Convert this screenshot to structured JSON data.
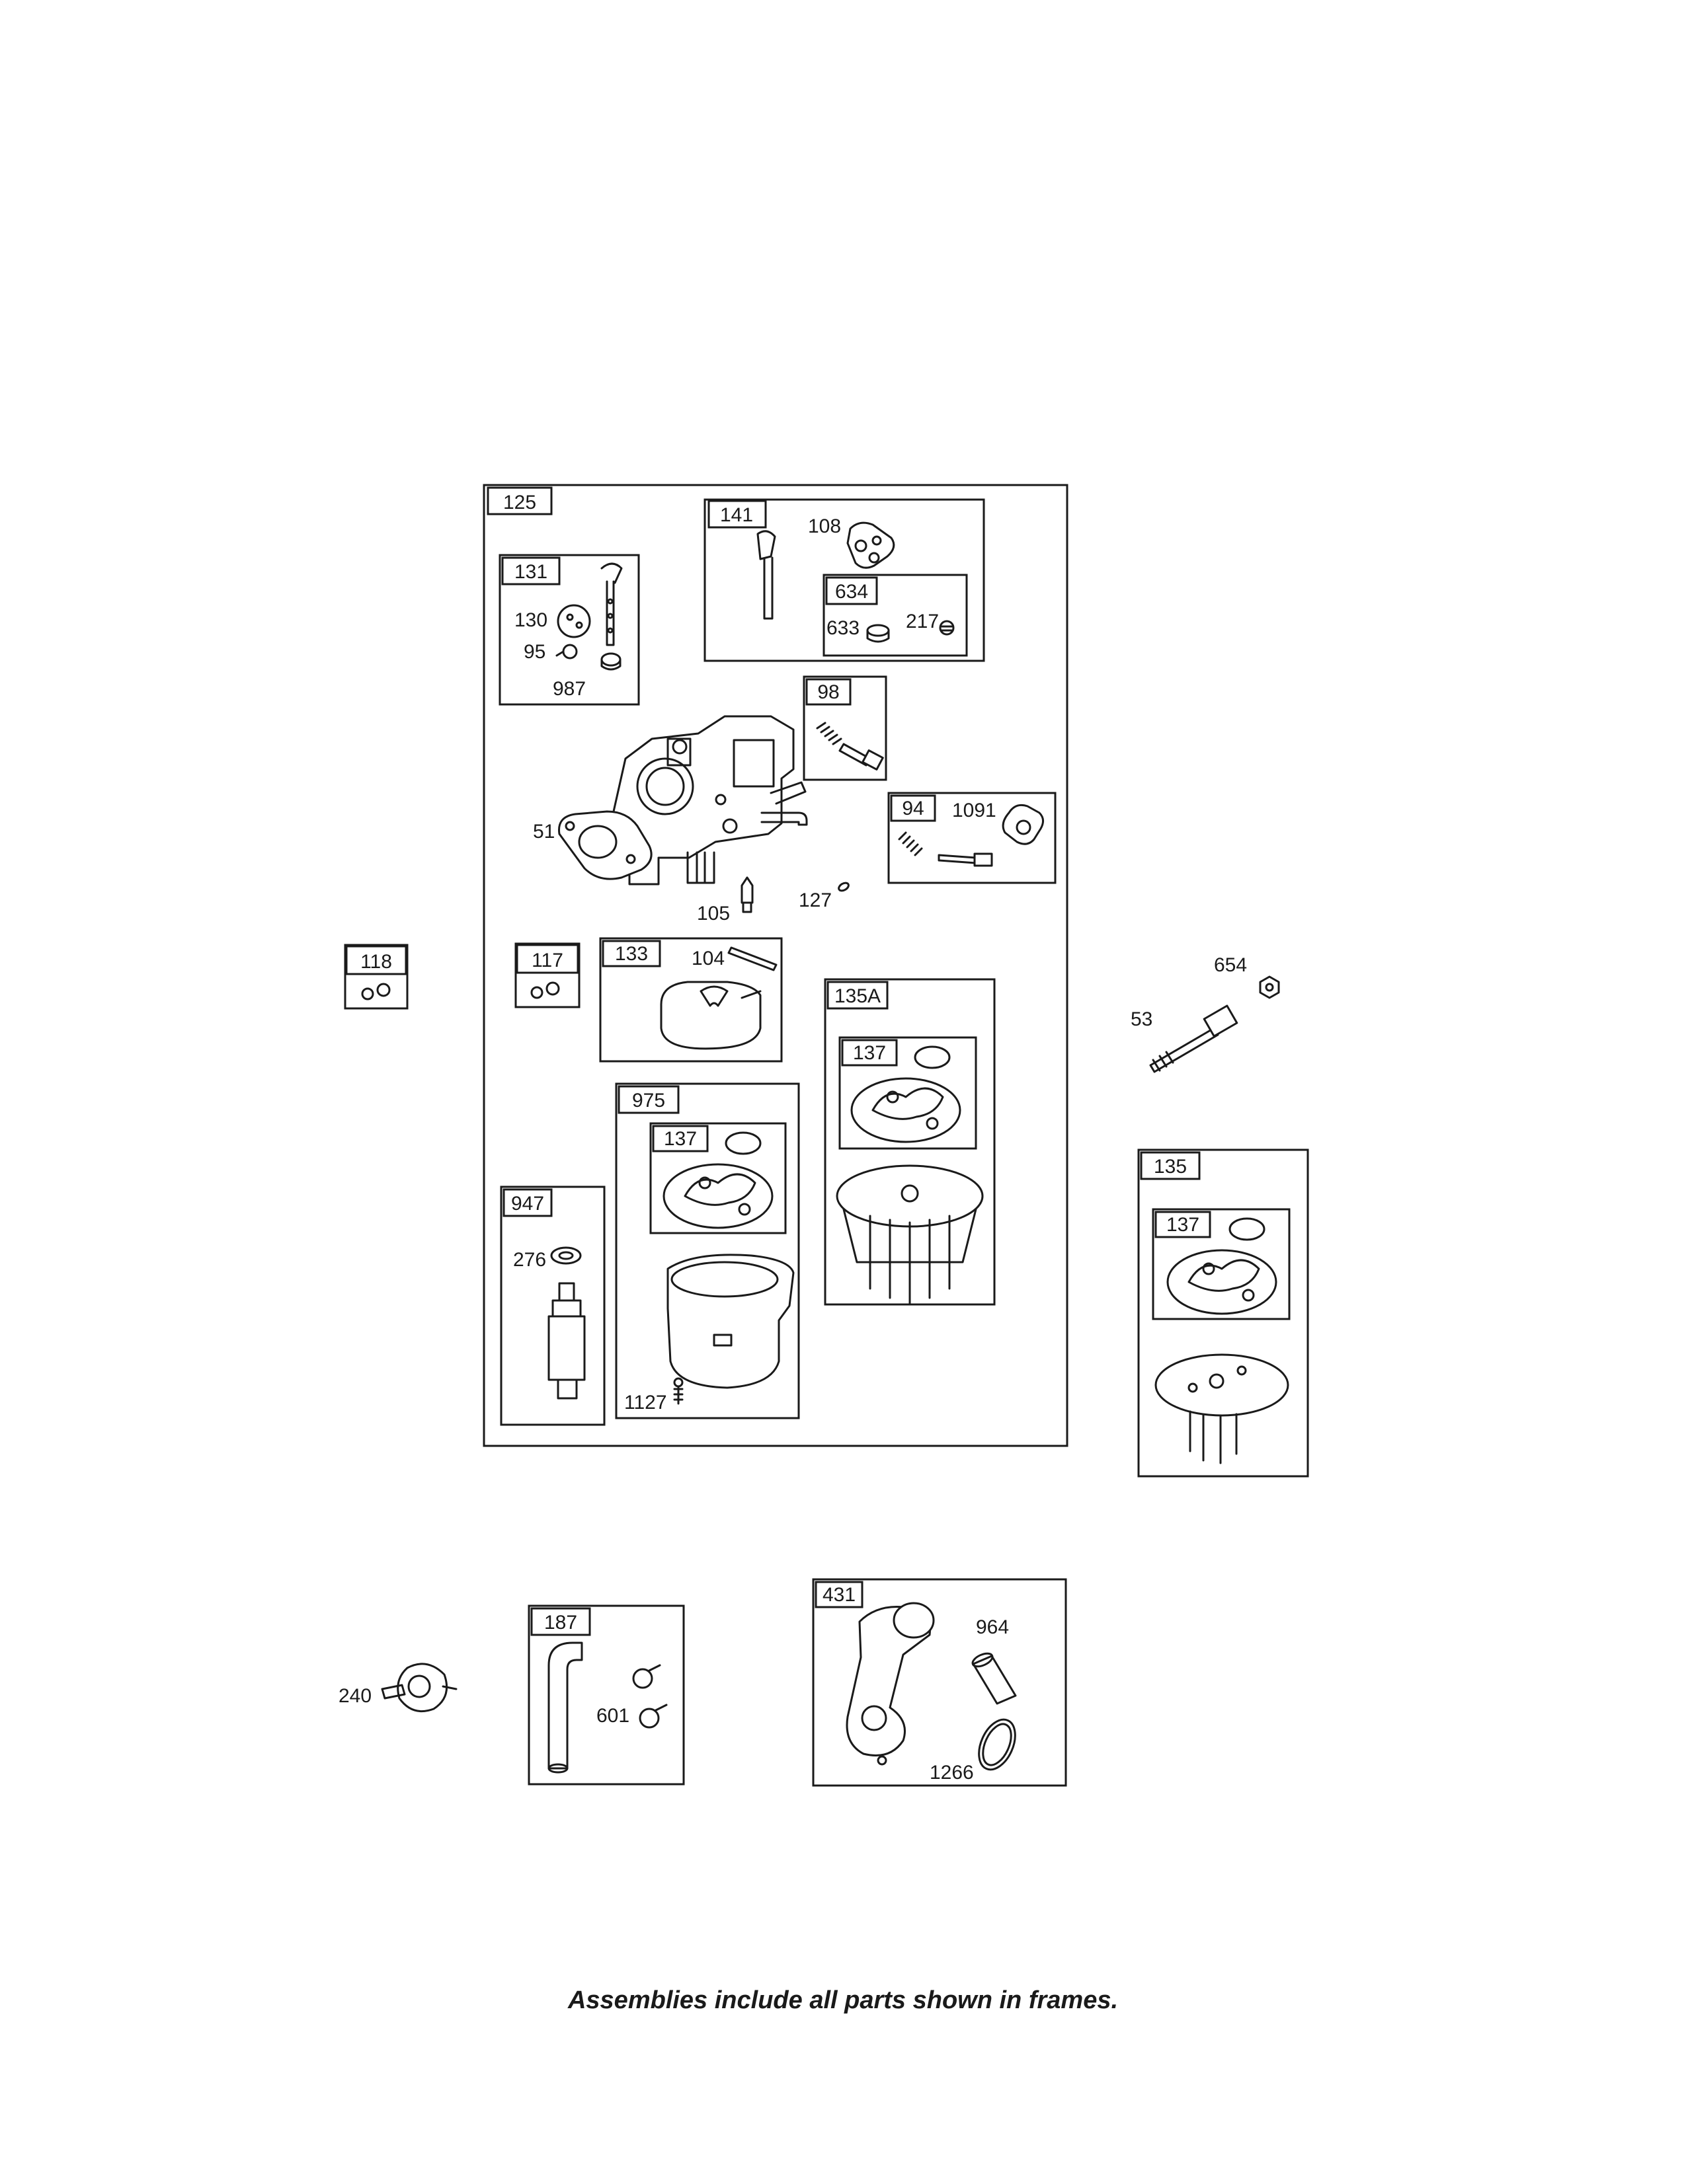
{
  "footer_note": "Assemblies include all parts shown in frames.",
  "frames": [
    {
      "id": "125"
    },
    {
      "id": "141"
    },
    {
      "id": "634"
    },
    {
      "id": "131"
    },
    {
      "id": "98"
    },
    {
      "id": "94"
    },
    {
      "id": "118"
    },
    {
      "id": "117"
    },
    {
      "id": "133"
    },
    {
      "id": "135A"
    },
    {
      "id": "137"
    },
    {
      "id": "975"
    },
    {
      "id": "137"
    },
    {
      "id": "947"
    },
    {
      "id": "135"
    },
    {
      "id": "137"
    },
    {
      "id": "187"
    },
    {
      "id": "431"
    }
  ],
  "callouts": [
    "108",
    "633",
    "217",
    "130",
    "95",
    "987",
    "51",
    "1091",
    "105",
    "127",
    "104",
    "654",
    "53",
    "276",
    "1127",
    "240",
    "601",
    "964",
    "1266"
  ]
}
